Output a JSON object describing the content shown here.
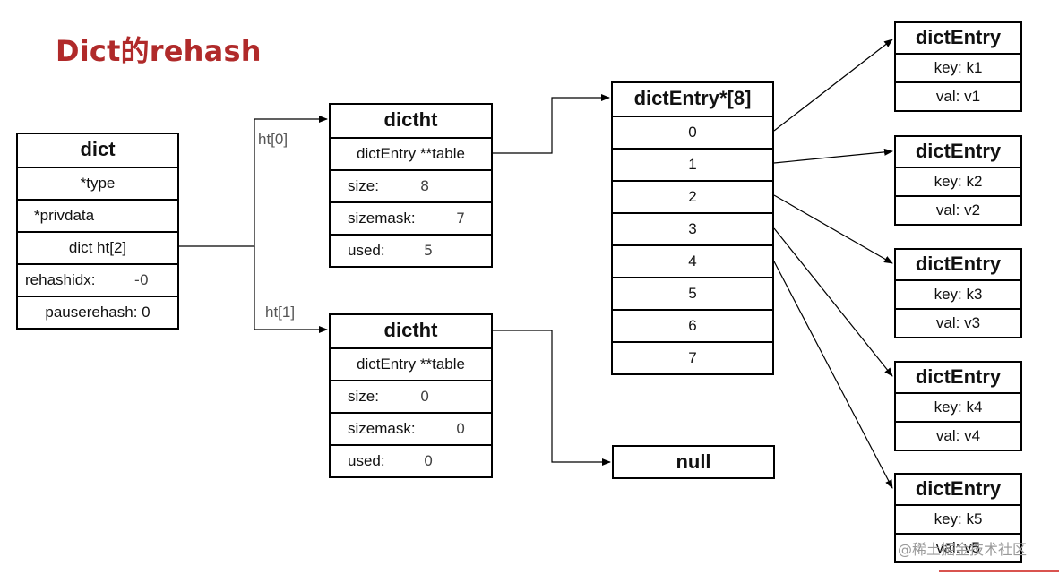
{
  "title": "Dict的rehash",
  "dict": {
    "header": "dict",
    "type_field": "*type",
    "privdata_field": "*privdata",
    "ht_field": "dict ht[2]",
    "rehashidx_label": "rehashidx:",
    "rehashidx_value": "-0",
    "pauserehash_field": "pauserehash: 0"
  },
  "edge_labels": {
    "ht0": "ht[0]",
    "ht1": "ht[1]"
  },
  "ht0": {
    "header": "dictht",
    "table_field": "dictEntry **table",
    "size_label": "size:",
    "size_value": "8",
    "sizemask_label": "sizemask:",
    "sizemask_value": "7",
    "used_label": "used:",
    "used_value": "5"
  },
  "ht1": {
    "header": "dictht",
    "table_field": "dictEntry **table",
    "size_label": "size:",
    "size_value": "0",
    "sizemask_label": "sizemask:",
    "sizemask_value": "0",
    "used_label": "used:",
    "used_value": "0"
  },
  "array": {
    "header": "dictEntry*[8]",
    "indices": [
      "0",
      "1",
      "2",
      "3",
      "4",
      "5",
      "6",
      "7"
    ]
  },
  "null_box": "null",
  "entries": [
    {
      "header": "dictEntry",
      "key": "key: k1",
      "val": "val: v1"
    },
    {
      "header": "dictEntry",
      "key": "key: k2",
      "val": "val: v2"
    },
    {
      "header": "dictEntry",
      "key": "key: k3",
      "val": "val: v3"
    },
    {
      "header": "dictEntry",
      "key": "key: k4",
      "val": "val: v4"
    },
    {
      "header": "dictEntry",
      "key": "key: k5",
      "val": "val: v5"
    }
  ],
  "watermark": "@稀土掘金技术社区",
  "colors": {
    "title": "#b02a2a",
    "line": "#000000",
    "label": "#555555"
  }
}
